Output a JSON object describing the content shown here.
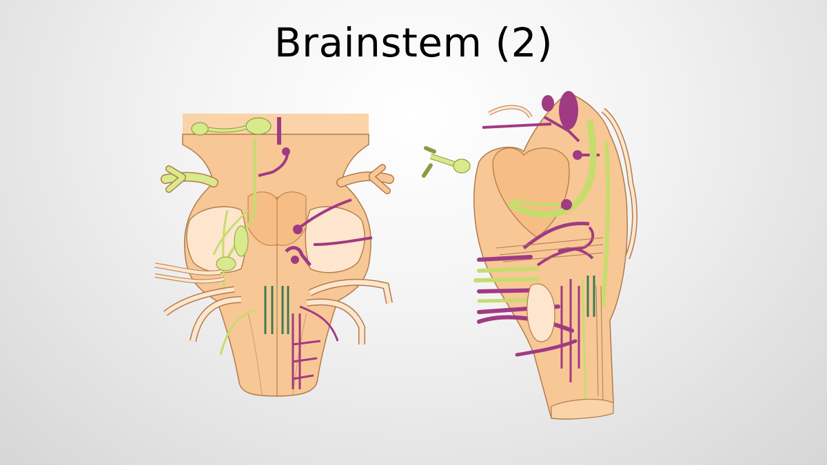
{
  "slide": {
    "title": "Brainstem (2)"
  },
  "illustrations": {
    "front": {
      "icon": "brainstem-ventral-view-illustration"
    },
    "side": {
      "icon": "brainstem-sagittal-view-illustration"
    }
  },
  "colors": {
    "tissue": "#f8c796",
    "tissue_dark": "#f0a868",
    "outline": "#b07a4c",
    "pons": "#fde6cd",
    "nerve_green": "#d8ea8c",
    "nerve_purple": "#a03a82",
    "tract_dark_green": "#3a7d52"
  }
}
